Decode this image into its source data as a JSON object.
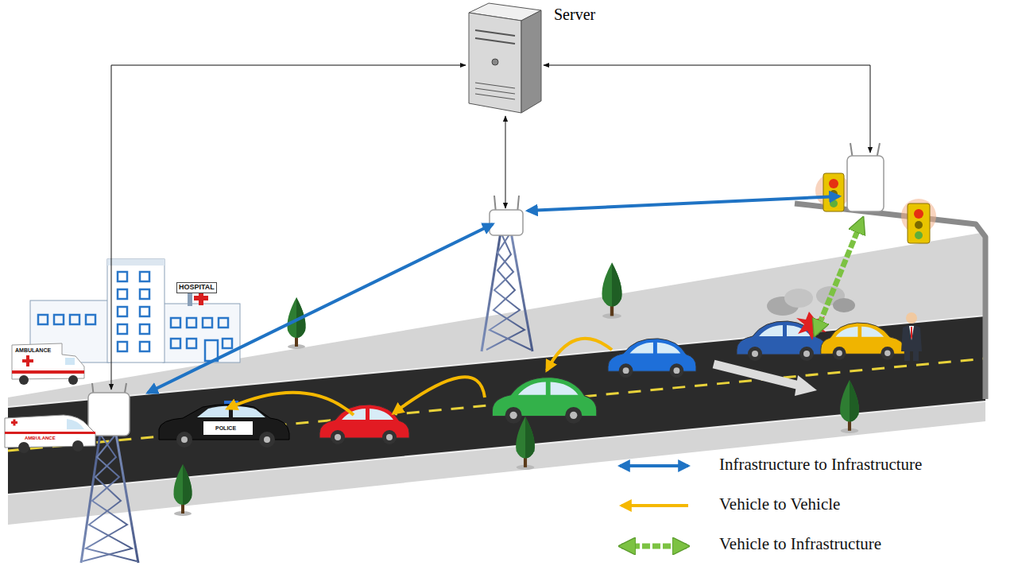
{
  "diagram": {
    "nodes": [
      {
        "text": [
          "Server"
        ]
      },
      {
        "text": [
          "HOSPITAL"
        ]
      },
      {
        "text": [
          "AMBULANCE"
        ]
      },
      {
        "text": [
          "AMBULANCE"
        ]
      },
      {
        "text": [
          "POLICE"
        ]
      }
    ],
    "legend": [
      {
        "text": "Infrastructure to Infrastructure"
      },
      {
        "text": "Vehicle to Vehicle"
      },
      {
        "text": "Vehicle to Infrastructure"
      }
    ]
  }
}
